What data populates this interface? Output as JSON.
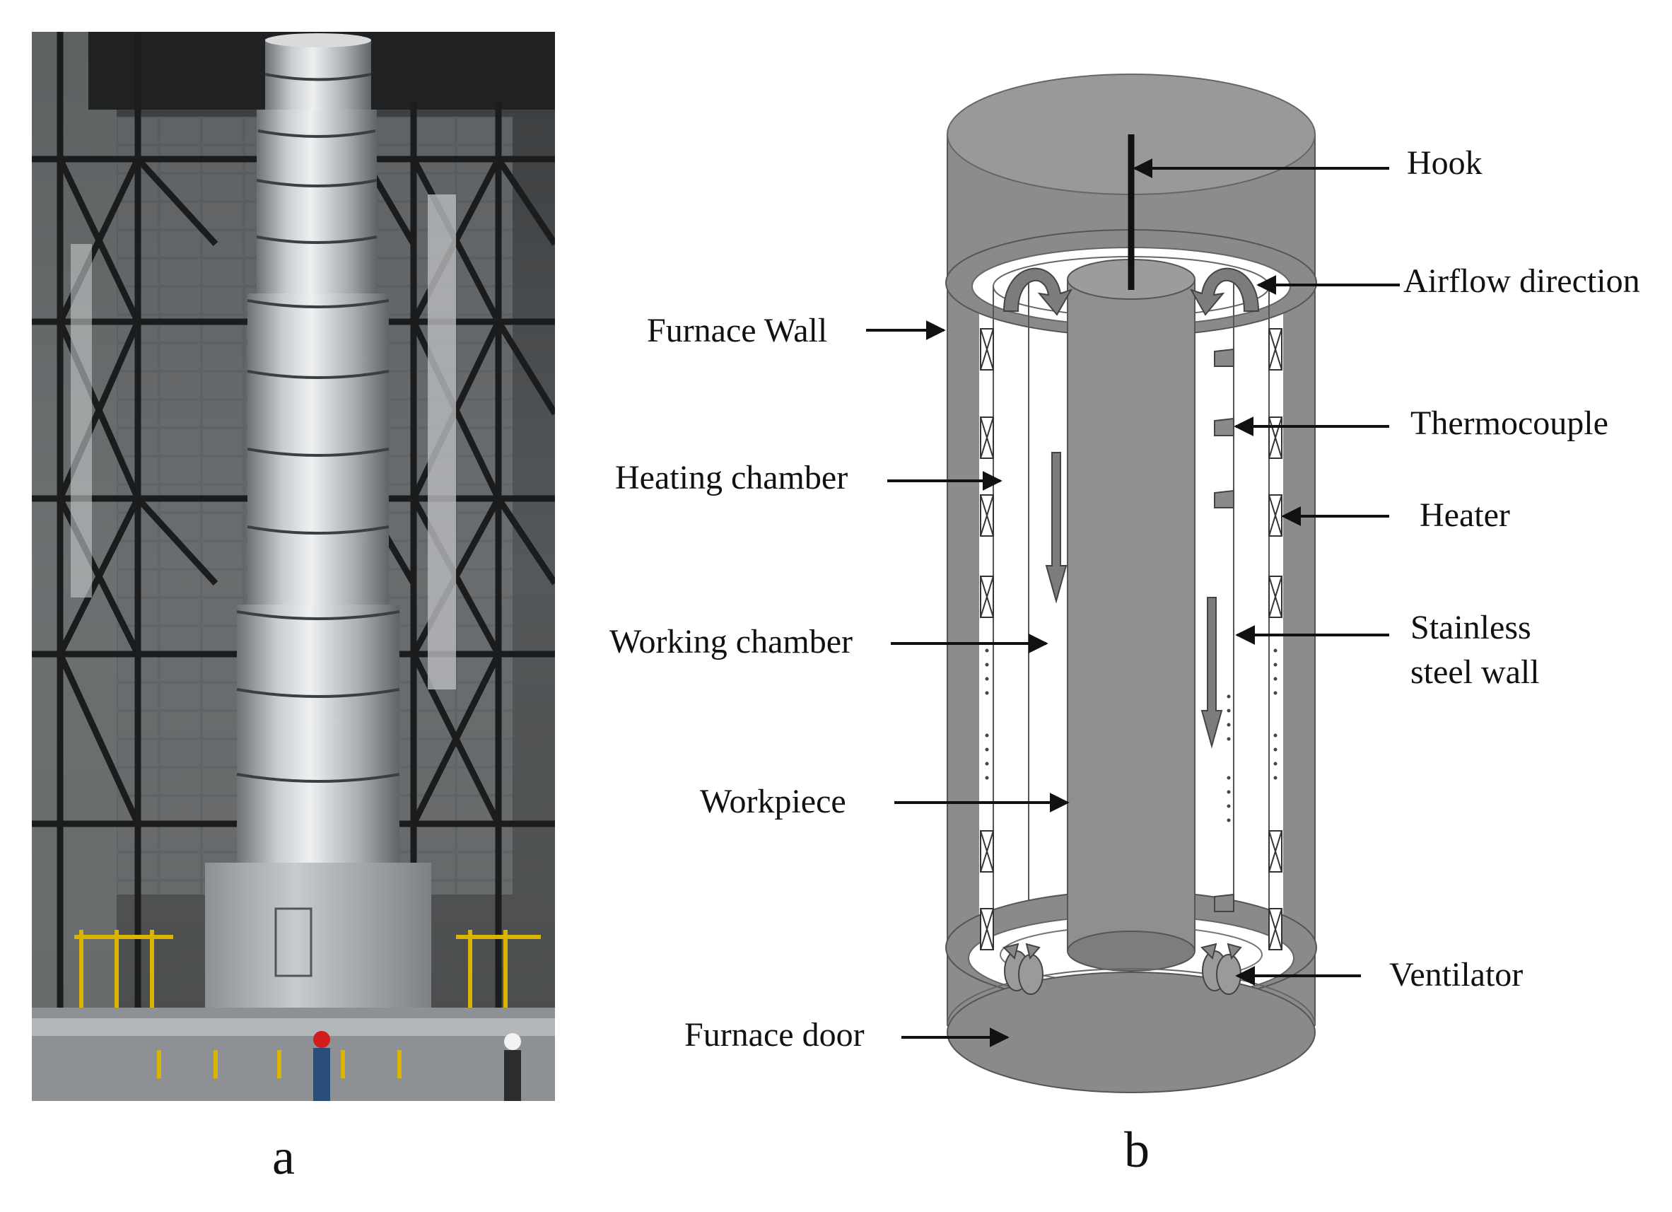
{
  "panel_labels": {
    "a": "a",
    "b": "b"
  },
  "photo": {
    "description_icon": "furnace-photo"
  },
  "diagram": {
    "labels": {
      "hook": "Hook",
      "airflow": "Airflow direction",
      "furnace_wall": "Furnace Wall",
      "thermocouple": "Thermocouple",
      "heating_chamber": "Heating chamber",
      "heater": "Heater",
      "working_chamber": "Working chamber",
      "stainless_line1": "Stainless",
      "stainless_line2": "steel wall",
      "workpiece": "Workpiece",
      "ventilator": "Ventilator",
      "furnace_door": "Furnace door"
    },
    "colors": {
      "shell": "#8c8c8c",
      "shell_light": "#a8a8a8",
      "workpiece": "#8f8f8f",
      "interior": "#ffffff",
      "line": "#111111"
    }
  }
}
